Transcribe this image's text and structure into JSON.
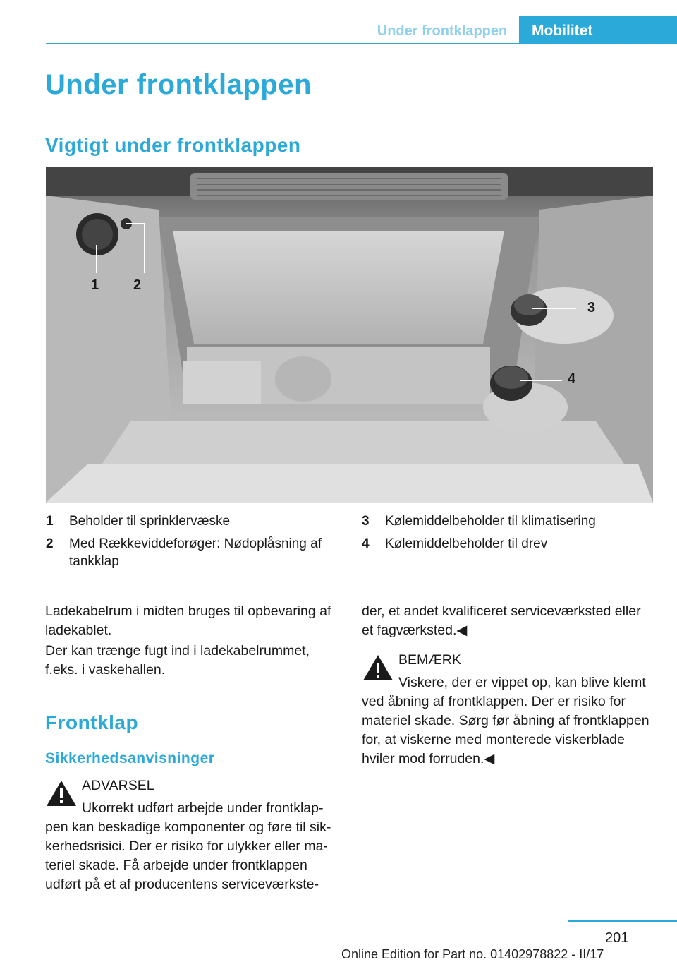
{
  "header": {
    "section_tab": "Under frontklappen",
    "chapter_tab": "Mobilitet"
  },
  "title": "Under frontklappen",
  "subtitle": "Vigtigt under frontklappen",
  "figure": {
    "callouts": [
      "1",
      "2",
      "3",
      "4"
    ]
  },
  "legend": [
    {
      "num": "1",
      "text": "Beholder til sprinklervæske"
    },
    {
      "num": "2",
      "text": "Med Rækkeviddeforøger: Nødoplåsning af",
      "text2": "tankklap"
    },
    {
      "num": "3",
      "text": "Kølemiddelbeholder til klimatisering"
    },
    {
      "num": "4",
      "text": "Kølemiddelbeholder til drev"
    }
  ],
  "left_col": {
    "para1_l1": "Ladekabelrum i midten bruges til opbevaring af",
    "para1_l2": "ladekablet.",
    "para2_l1": "Der kan trænge fugt ind i ladekabelrummet,",
    "para2_l2": "f.eks. i vaskehallen.",
    "section_title": "Frontklap",
    "subsection_title": "Sikkerhedsanvisninger",
    "warning": {
      "label": "ADVARSEL",
      "l1": "Ukorrekt udført arbejde under frontklap-",
      "l2": "pen kan beskadige komponenter og føre til sik-",
      "l3": "kerhedsrisici. Der er risiko for ulykker eller ma-",
      "l4": "teriel skade. Få arbejde under frontklappen",
      "l5": "udført på et af producentens serviceværkste-"
    }
  },
  "right_col": {
    "cont_l1": "der, et andet kvalificeret serviceværksted eller",
    "cont_l2": "et fagværksted.◀",
    "notice": {
      "label": "BEMÆRK",
      "l1": "Viskere, der er vippet op, kan blive klemt",
      "l2": "ved åbning af frontklappen. Der er risiko for",
      "l3": "materiel skade. Sørg før åbning af frontklappen",
      "l4": "for, at viskerne med monterede viskerblade",
      "l5": "hviler mod forruden.◀"
    }
  },
  "page_number": "201",
  "footer": "Online Edition for Part no. 01402978822 - II/17"
}
